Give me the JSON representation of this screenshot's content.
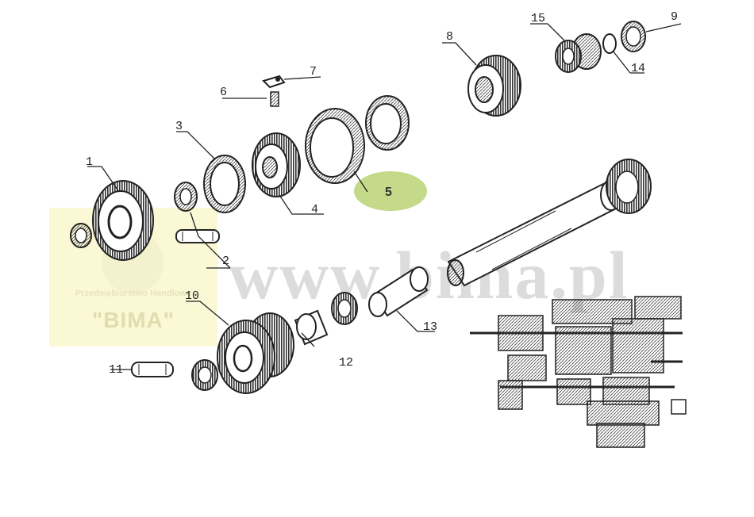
{
  "watermark": {
    "site": "www.bima.pl",
    "company_name": "Przedsiębiorstwo Handlowe",
    "company_short": "\"BIMA\""
  },
  "highlight_color": "#c5d98a",
  "parts": {
    "p1": "1",
    "p2": "2",
    "p3": "3",
    "p4": "4",
    "p5": "5",
    "p6": "6",
    "p7": "7",
    "p8": "8",
    "p9": "9",
    "p10": "10",
    "p11": "11",
    "p12": "12",
    "p13": "13",
    "p14": "14",
    "p15": "15"
  }
}
